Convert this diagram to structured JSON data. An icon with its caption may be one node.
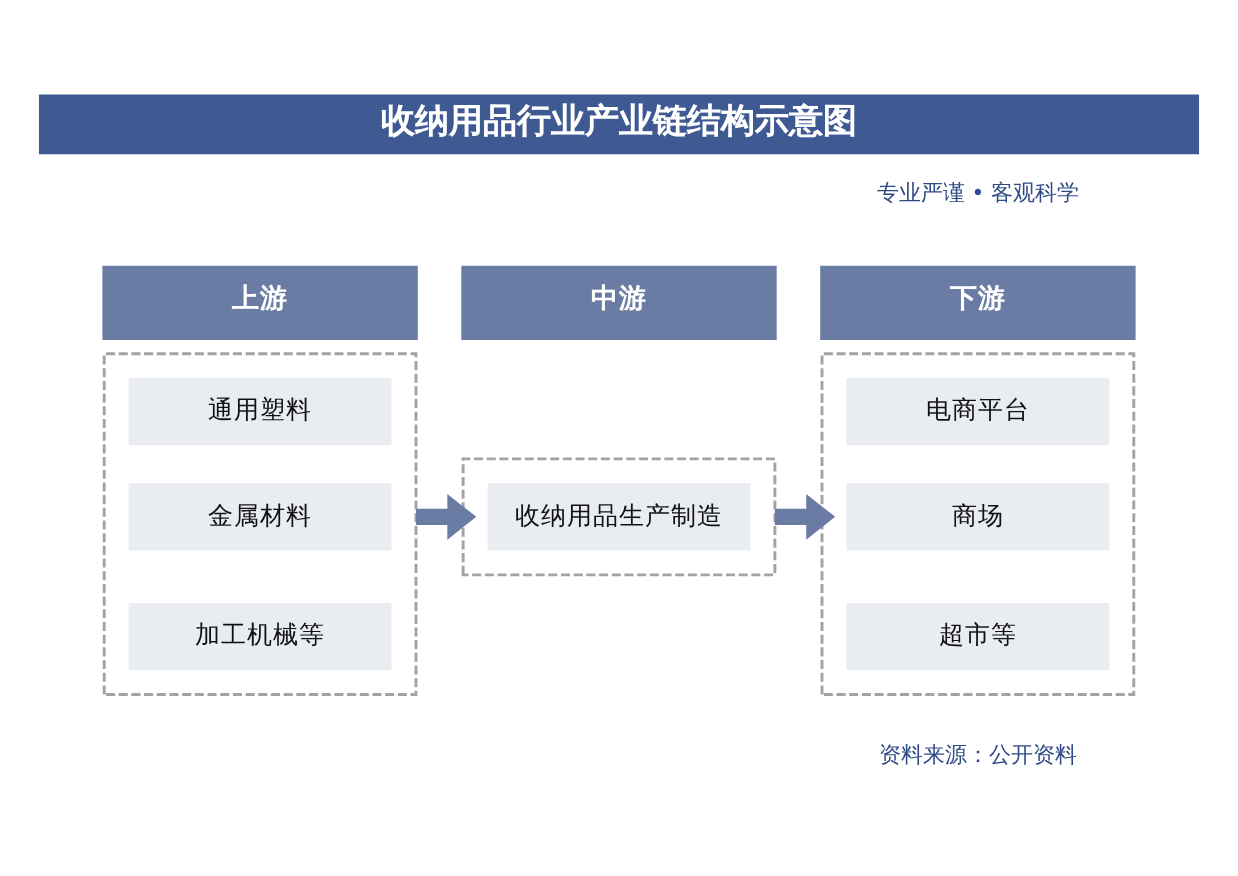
{
  "diagram": {
    "title": "收纳用品行业产业链结构示意图",
    "nodes": [
      {
        "text": [
          "上游"
        ]
      },
      {
        "text": [
          "中游"
        ]
      },
      {
        "text": [
          "下游"
        ]
      },
      {
        "text": [],
        "shape": "box"
      },
      {
        "text": [
          "通用塑料"
        ],
        "in": 3
      },
      {
        "text": [
          "金属材料"
        ],
        "in": 3
      },
      {
        "text": [
          "加工机械等"
        ],
        "in": 3
      },
      {
        "text": [],
        "shape": "box"
      },
      {
        "text": [
          "收纳用品生产制造"
        ],
        "in": 7
      },
      {
        "text": [],
        "shape": "box"
      },
      {
        "text": [
          "电商平台"
        ],
        "in": 9
      },
      {
        "text": [
          "商场"
        ],
        "in": 9
      },
      {
        "text": [
          "超市等"
        ],
        "in": 9
      }
    ],
    "edges": [
      {
        "from": 3,
        "to": 7,
        "arrow": "to"
      },
      {
        "from": 7,
        "to": 9,
        "arrow": "to"
      }
    ],
    "labels": [
      "专业严谨 • 客观科学",
      "资料来源：公开资料"
    ]
  }
}
